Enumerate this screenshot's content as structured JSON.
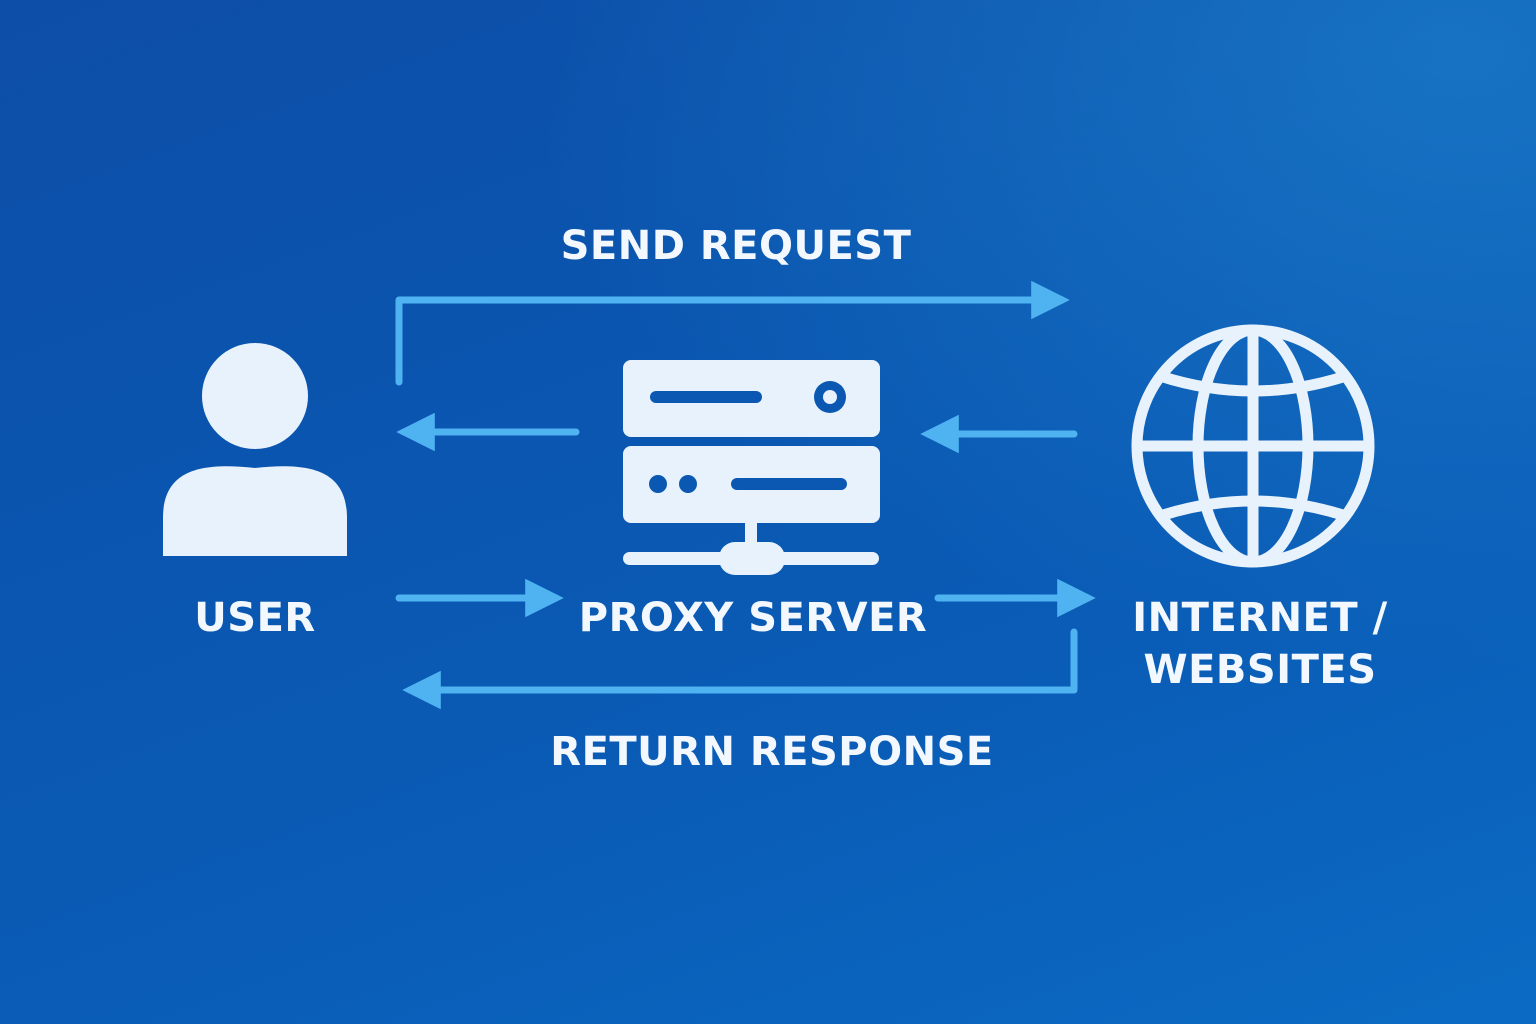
{
  "diagram": {
    "labels": {
      "send_request": "SEND REQUEST",
      "return_response": "RETURN RESPONSE",
      "user": "USER",
      "proxy_server": "PROXY SERVER",
      "internet_line1": "INTERNET /",
      "internet_line2": "WEBSITES"
    },
    "nodes": [
      {
        "id": "user",
        "icon": "user-icon"
      },
      {
        "id": "proxy",
        "icon": "server-icon"
      },
      {
        "id": "internet",
        "icon": "globe-icon"
      }
    ],
    "edges": [
      {
        "from": "user",
        "to": "internet",
        "label_key": "send_request"
      },
      {
        "from": "user",
        "to": "proxy"
      },
      {
        "from": "proxy",
        "to": "internet"
      },
      {
        "from": "internet",
        "to": "proxy"
      },
      {
        "from": "proxy",
        "to": "user"
      },
      {
        "from": "internet",
        "to": "user",
        "label_key": "return_response"
      }
    ]
  },
  "colors": {
    "background": "#0a56b0",
    "arrow": "#4fb3f2",
    "icon": "#e8f2fc",
    "text": "#f3f8ff"
  }
}
